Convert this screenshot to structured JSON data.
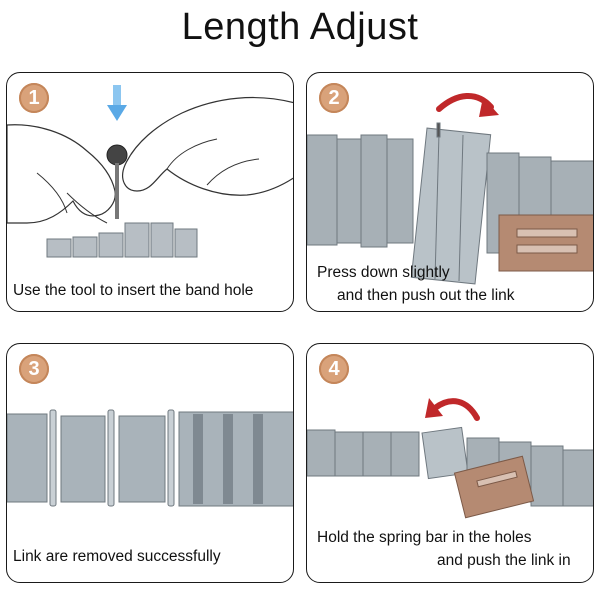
{
  "title": "Length Adjust",
  "colors": {
    "badge": "#d9a27a",
    "steel": "#9ea7ae",
    "steel_dark": "#6f787f",
    "clasp": "#b58a72",
    "arrow_red": "#c0282a",
    "arrow_blue": "#5aa9e6"
  },
  "steps": [
    {
      "number": "1",
      "caption": "Use the tool to insert the band hole"
    },
    {
      "number": "2",
      "caption_line1": "Press down slightly",
      "caption_line2": "and then push out the link"
    },
    {
      "number": "3",
      "caption": "Link are removed successfully"
    },
    {
      "number": "4",
      "caption_line1": "Hold the spring bar in the holes",
      "caption_line2": "and push the link in"
    }
  ]
}
